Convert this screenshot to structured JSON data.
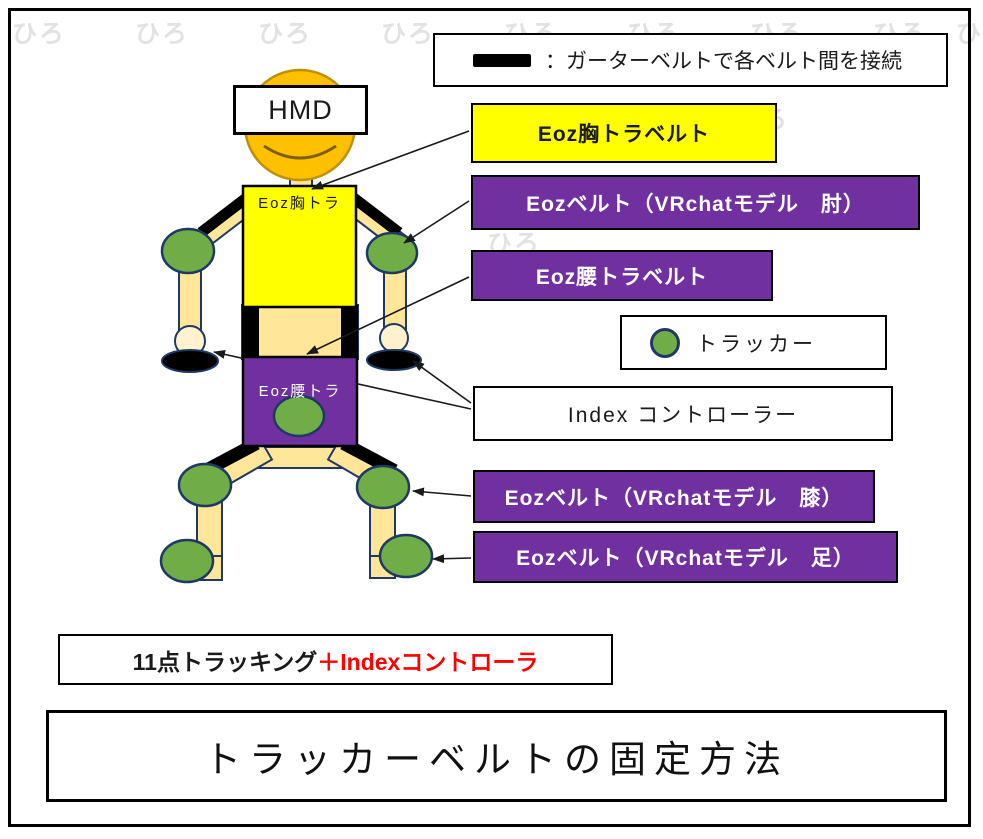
{
  "watermark": {
    "text": "ひろ"
  },
  "legend": {
    "label": "：ガーターベルトで各ベルト間を接続"
  },
  "figure": {
    "hmd": "HMD",
    "chest_box": "Eoz胸トラ",
    "waist_box": "Eoz腰トラ"
  },
  "labels": {
    "chest_belt": "Eoz胸トラベルト",
    "elbow_belt": "Eozベルト（VRchatモデル　肘）",
    "waist_belt": "Eoz腰トラベルト",
    "tracker": "トラッカー",
    "index_controller": "Index コントローラー",
    "knee_belt": "Eozベルト（VRchatモデル　膝）",
    "foot_belt": "Eozベルト（VRchatモデル　足）"
  },
  "footer": {
    "tracking_black": "11点トラッキング",
    "tracking_red": "＋Indexコントローラ",
    "title": "トラッカーベルトの固定方法"
  },
  "colors": {
    "body_tan": "#FFE699",
    "hand_cream": "#FFF2CC",
    "head_orange": "#FFC000",
    "tracker_green": "#70AD47",
    "belt_purple": "#7030A0",
    "chest_yellow": "#FFFF00",
    "outline_navy": "#1F3864",
    "accent_red": "#FF0000"
  }
}
